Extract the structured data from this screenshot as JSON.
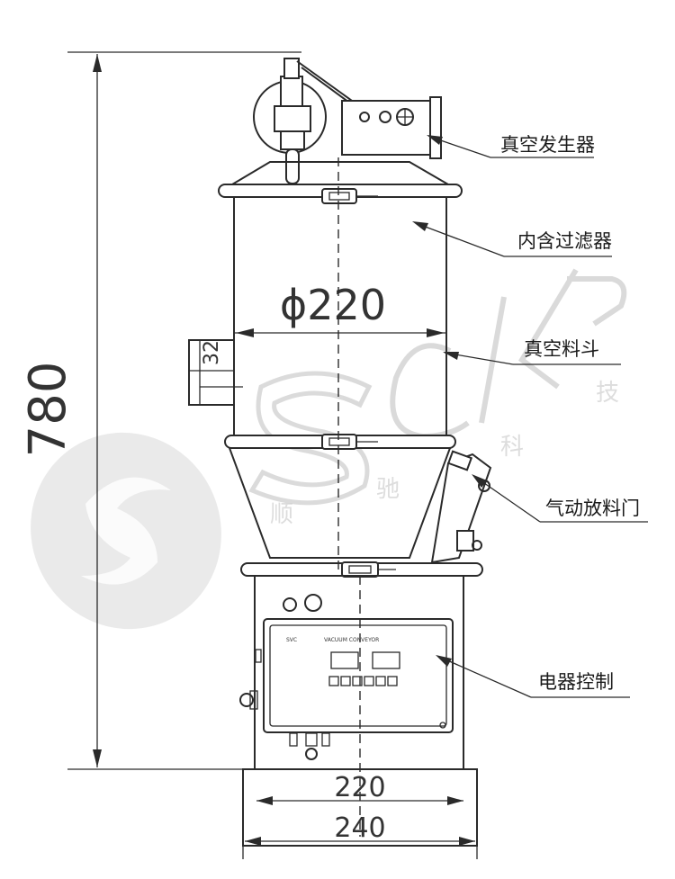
{
  "dimensions": {
    "total_height": "780",
    "tank_diameter": "ϕ220",
    "inlet_size": "32",
    "base_inner_width": "220",
    "base_outer_width": "240"
  },
  "callouts": {
    "vacuum_generator": "真空发生器",
    "internal_filter": "内含过滤器",
    "vacuum_hopper": "真空料斗",
    "pneumatic_discharge_valve": "气动放料门",
    "electrical_control": "电器控制"
  },
  "watermark": {
    "brand": "SCK",
    "chars": [
      "顺",
      "驰",
      "科",
      "技"
    ]
  },
  "control_panel": {
    "logo": "SVC",
    "title": "VACUUM CONVEYOR"
  },
  "colors": {
    "line": "#2a2a2a",
    "watermark": "#d9d9d9"
  }
}
